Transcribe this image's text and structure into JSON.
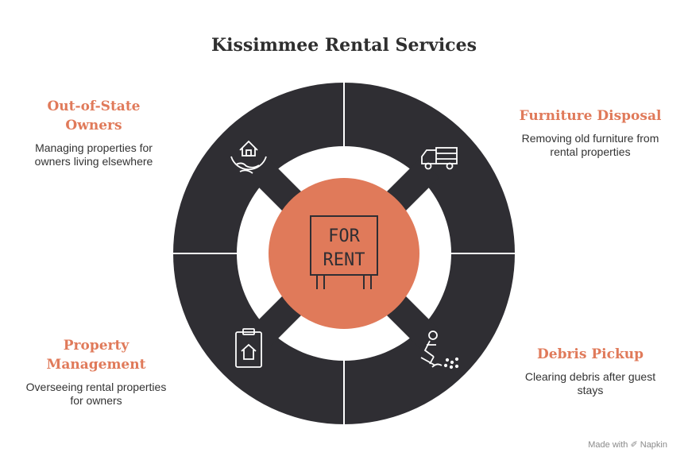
{
  "title": "Kissimmee Rental Services",
  "center": {
    "line1": "FOR",
    "line2": "RENT",
    "icon": "for-rent-sign-icon"
  },
  "colors": {
    "ring": "#2f2e33",
    "accent": "#e07a5a",
    "text": "#333333",
    "background": "#ffffff"
  },
  "items": [
    {
      "heading": "Out-of-State Owners",
      "heading_line1": "Out-of-State",
      "heading_line2": "Owners",
      "description_line1": "Managing properties for",
      "description_line2": "owners living elsewhere",
      "icon": "house-on-globe-icon"
    },
    {
      "heading": "Furniture Disposal",
      "description_line1": "Removing old furniture from",
      "description_line2": "rental properties",
      "icon": "moving-truck-icon"
    },
    {
      "heading": "Property Management",
      "heading_line1": "Property",
      "heading_line2": "Management",
      "description_line1": "Overseeing rental properties",
      "description_line2": "for owners",
      "icon": "clipboard-house-icon"
    },
    {
      "heading": "Debris Pickup",
      "description_line1": "Clearing debris after guest",
      "description_line2": "stays",
      "icon": "sweeping-person-icon"
    }
  ],
  "footer": {
    "made_with": "Made with",
    "brand": "Napkin"
  }
}
